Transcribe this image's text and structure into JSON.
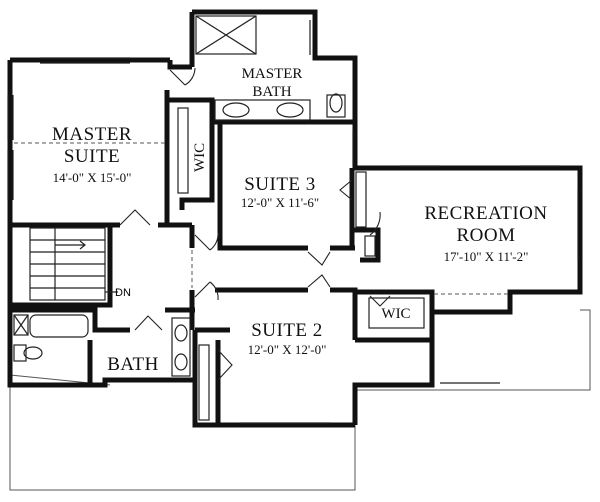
{
  "rooms": {
    "master_suite": {
      "name_line1": "MASTER",
      "name_line2": "SUITE",
      "dims": "14'-0\" X 15'-0\""
    },
    "master_bath": {
      "name_line1": "MASTER",
      "name_line2": "BATH"
    },
    "wic_master": {
      "name": "WIC"
    },
    "suite3": {
      "name": "SUITE 3",
      "dims": "12'-0\" X 11'-6\""
    },
    "recreation": {
      "name_line1": "RECREATION",
      "name_line2": "ROOM",
      "dims": "17'-10\" X 11'-2\""
    },
    "wic_rec": {
      "name": "WIC"
    },
    "suite2": {
      "name": "SUITE 2",
      "dims": "12'-0\" X 12'-0\""
    },
    "bath": {
      "name": "BATH"
    },
    "stair": {
      "label": "DN"
    }
  }
}
